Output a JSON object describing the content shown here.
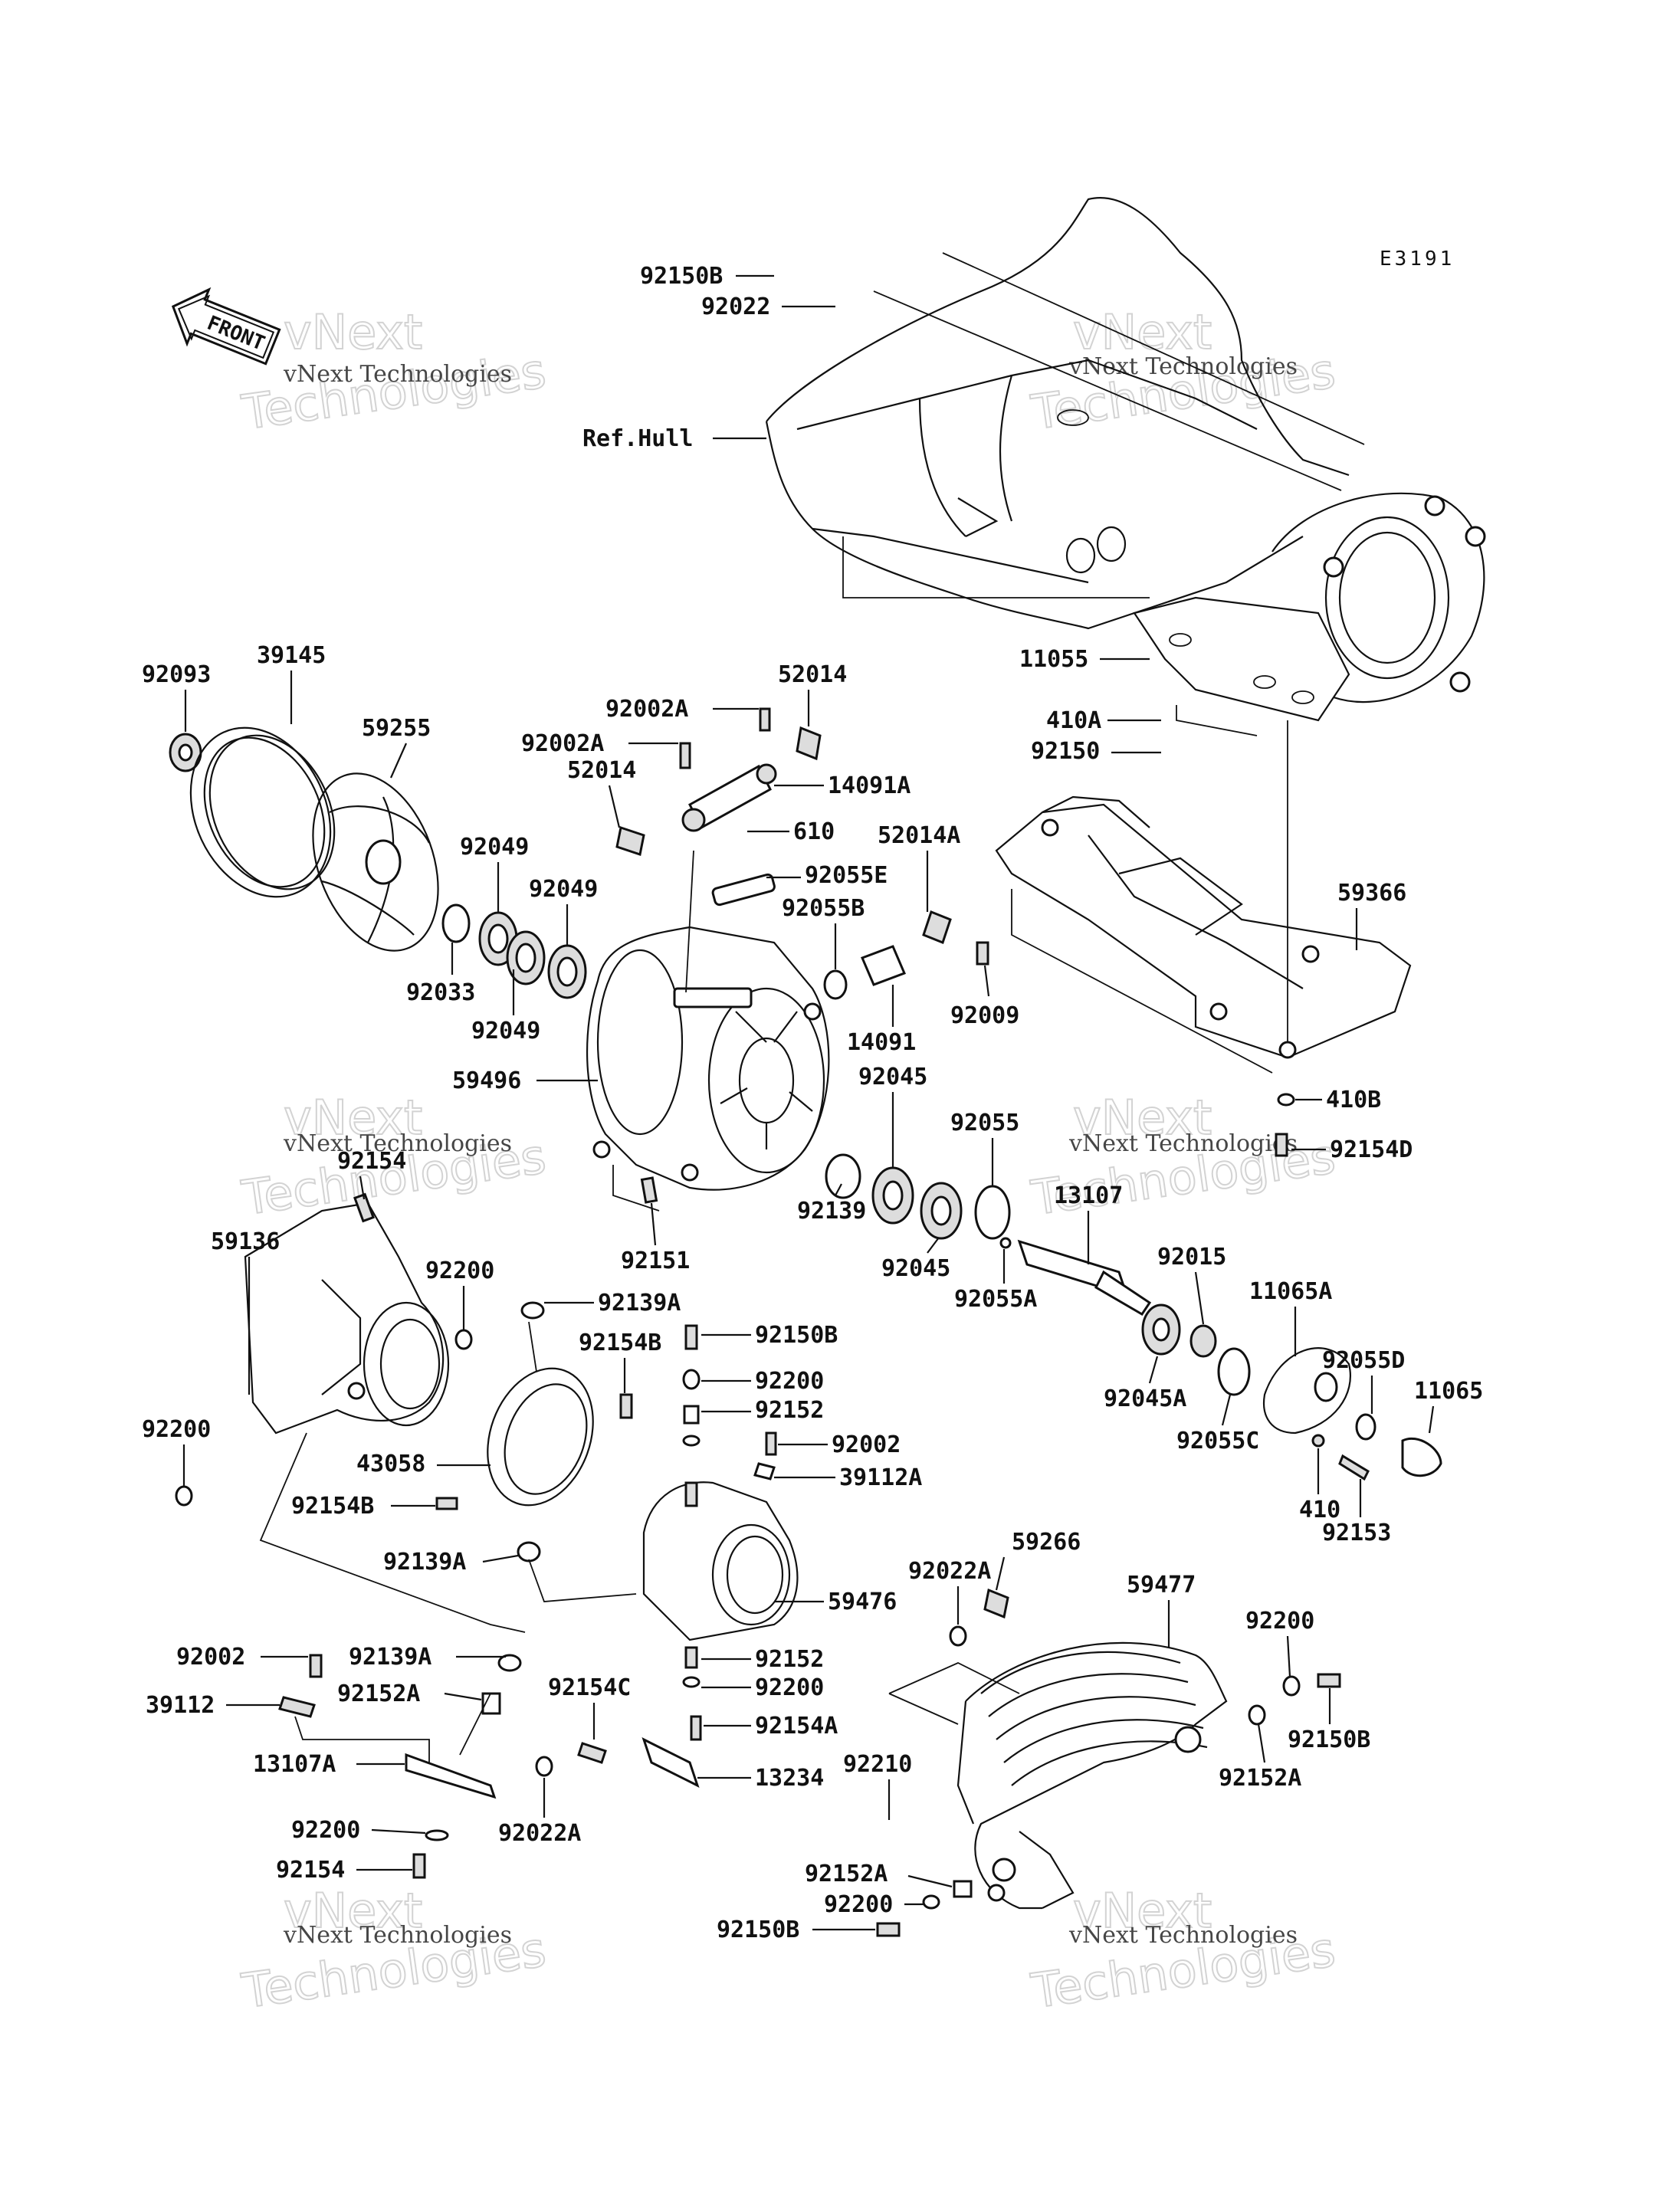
{
  "diagram_code": "E3191",
  "front_label": "FRONT",
  "watermark": {
    "line1": "vNext",
    "line2": "Technologies",
    "small": "vNext Technologies"
  },
  "labels": {
    "p92150B_top": "92150B",
    "p92022_top": "92022",
    "ref_hull": "Ref.Hull",
    "p92093": "92093",
    "p39145": "39145",
    "p59255": "59255",
    "p92002A_a": "92002A",
    "p52014_a": "52014",
    "p92002A_b": "92002A",
    "p52014_b": "52014",
    "p14091A": "14091A",
    "p610": "610",
    "p92055E": "92055E",
    "p52014A": "52014A",
    "p92055B": "92055B",
    "p92049_a": "92049",
    "p92049_b": "92049",
    "p92033": "92033",
    "p92049_c": "92049",
    "p14091": "14091",
    "p92009": "92009",
    "p59496": "59496",
    "p92045_a": "92045",
    "p92055": "92055",
    "p11055": "11055",
    "p410A": "410A",
    "p92150": "92150",
    "p59366": "59366",
    "p410B": "410B",
    "p92154D": "92154D",
    "p92154_mid": "92154",
    "p59136": "59136",
    "p92200_a": "92200",
    "p92151": "92151",
    "p92139": "92139",
    "p92045_b": "92045",
    "p92055A": "92055A",
    "p13107": "13107",
    "p92015": "92015",
    "p11065A": "11065A",
    "p92139A_a": "92139A",
    "p92150B_mid": "92150B",
    "p92154B_a": "92154B",
    "p92200_b": "92200",
    "p92152_a": "92152",
    "p92002_a": "92002",
    "p39112A": "39112A",
    "p92045A": "92045A",
    "p92055D": "92055D",
    "p11065": "11065",
    "p92055C": "92055C",
    "p92200_c": "92200",
    "p43058": "43058",
    "p92154B_b": "92154B",
    "p92139A_b": "92139A",
    "p410": "410",
    "p92153": "92153",
    "p59266": "59266",
    "p92022A_a": "92022A",
    "p59477": "59477",
    "p59476": "59476",
    "p92002_b": "92002",
    "p92139A_c": "92139A",
    "p39112": "39112",
    "p92152A_a": "92152A",
    "p92152_b": "92152",
    "p92200_d": "92200",
    "p92154C": "92154C",
    "p92154A": "92154A",
    "p92200_e": "92200",
    "p92150B_r": "92150B",
    "p92152A_r": "92152A",
    "p13107A": "13107A",
    "p13234": "13234",
    "p92210": "92210",
    "p92200_f": "92200",
    "p92022A_b": "92022A",
    "p92154": "92154",
    "p92152A_b": "92152A",
    "p92200_g": "92200",
    "p92150B_bot": "92150B"
  }
}
